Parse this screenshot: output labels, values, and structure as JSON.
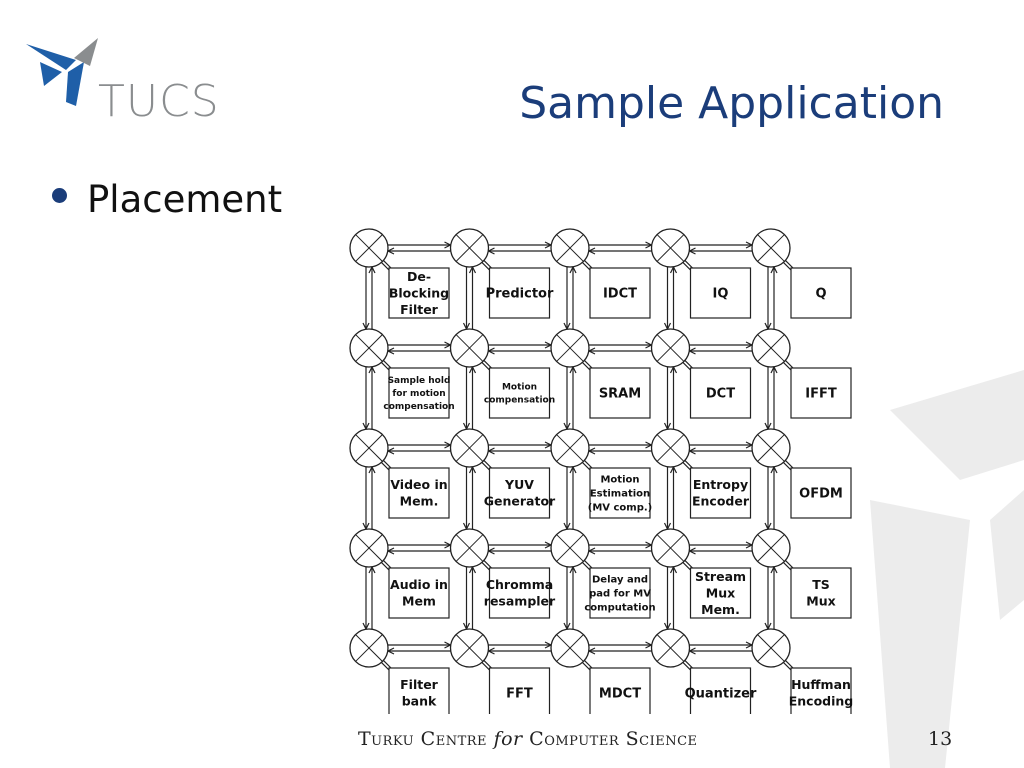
{
  "slide": {
    "logo_text": "TUCS",
    "title": "Sample Application",
    "bullets": [
      "Placement"
    ],
    "footer": {
      "part1": "Turku Centre",
      "part2": "for",
      "part3": "Computer Science"
    },
    "page_number": "13"
  },
  "colors": {
    "title": "#1b3d7a",
    "logo_blue": "#1f5fa8",
    "logo_gray": "#8a8d8f",
    "watermark": "#ececec"
  },
  "icons": [
    "tucs-logo-icon",
    "router-cross-icon"
  ],
  "diagram": {
    "rows": 5,
    "cols": 5,
    "blocks": [
      [
        [
          "De-",
          "Blocking",
          "Filter"
        ],
        [
          "Predictor"
        ],
        [
          "IDCT"
        ],
        [
          "IQ"
        ],
        [
          "Q"
        ]
      ],
      [
        [
          "Sample hold",
          "for motion",
          "compensation"
        ],
        [
          "Motion",
          "compensation"
        ],
        [
          "SRAM"
        ],
        [
          "DCT"
        ],
        [
          "IFFT"
        ]
      ],
      [
        [
          "Video in",
          "Mem."
        ],
        [
          "YUV",
          "Generator"
        ],
        [
          "Motion",
          "Estimation",
          "(MV comp.)"
        ],
        [
          "Entropy",
          "Encoder"
        ],
        [
          "OFDM"
        ]
      ],
      [
        [
          "Audio in",
          "Mem"
        ],
        [
          "Chromma",
          "resampler"
        ],
        [
          "Delay and",
          "pad for MV",
          "computation"
        ],
        [
          "Stream",
          "Mux",
          "Mem."
        ],
        [
          "TS",
          "Mux"
        ]
      ],
      [
        [
          "Filter",
          "bank"
        ],
        [
          "FFT"
        ],
        [
          "MDCT"
        ],
        [
          "Quantizer"
        ],
        [
          "Huffman",
          "Encoding"
        ]
      ]
    ]
  }
}
